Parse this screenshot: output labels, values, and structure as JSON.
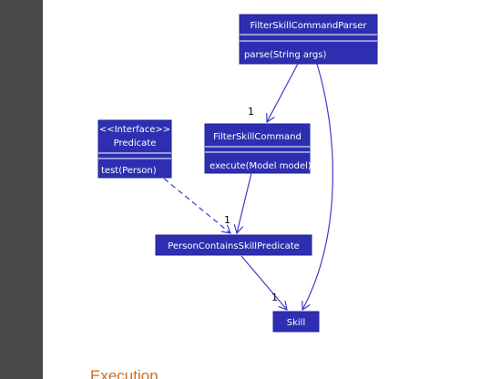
{
  "diagram": {
    "classes": {
      "parser": {
        "name": "FilterSkillCommandParser",
        "method": "parse(String args)"
      },
      "command": {
        "name": "FilterSkillCommand",
        "method": "execute(Model model)"
      },
      "predicate_interface": {
        "stereotype": "<<Interface>>",
        "name": "Predicate",
        "method": "test(Person)"
      },
      "person_predicate": {
        "name": "PersonContainsSkillPredicate"
      },
      "skill": {
        "name": "Skill"
      }
    },
    "multiplicities": {
      "parser_to_command": "1",
      "to_person_predicate": "1",
      "to_skill": "1"
    }
  },
  "section": {
    "heading": "Execution"
  },
  "colors": {
    "class_fill": "#2e2fb0",
    "arrow": "#3a3bd0",
    "heading": "#d2691e",
    "left_rail": "#48494b"
  }
}
